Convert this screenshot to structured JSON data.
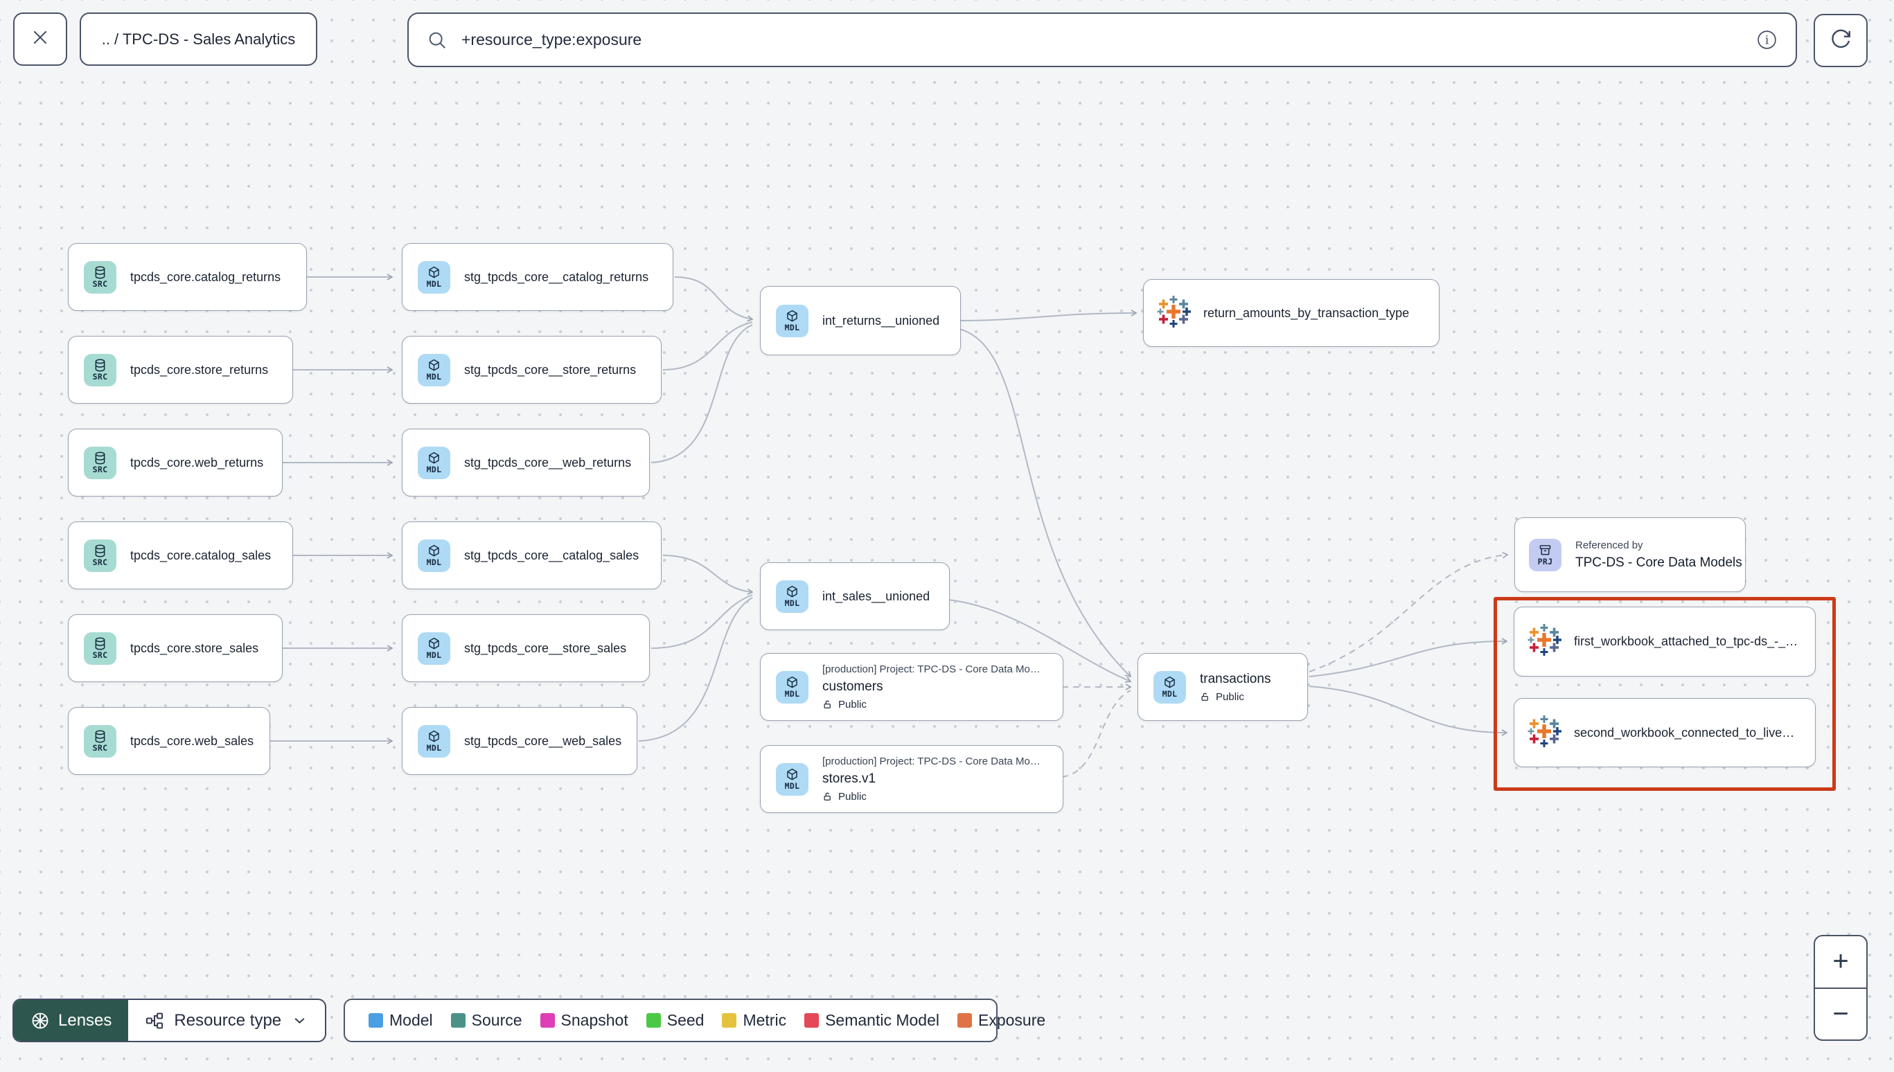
{
  "header": {
    "breadcrumb": ".. / TPC-DS - Sales Analytics",
    "search_value": "+resource_type:exposure"
  },
  "theme": {
    "src_bg": "#a6dbd2",
    "mdl_bg": "#aedaf5",
    "prj_bg": "#c4cbf3",
    "highlight": "#cb3a18"
  },
  "nodes": {
    "src_catalog_returns": {
      "badge": "SRC",
      "label": "tpcds_core.catalog_returns"
    },
    "src_store_returns": {
      "badge": "SRC",
      "label": "tpcds_core.store_returns"
    },
    "src_web_returns": {
      "badge": "SRC",
      "label": "tpcds_core.web_returns"
    },
    "src_catalog_sales": {
      "badge": "SRC",
      "label": "tpcds_core.catalog_sales"
    },
    "src_store_sales": {
      "badge": "SRC",
      "label": "tpcds_core.store_sales"
    },
    "src_web_sales": {
      "badge": "SRC",
      "label": "tpcds_core.web_sales"
    },
    "stg_catalog_returns": {
      "badge": "MDL",
      "label": "stg_tpcds_core__catalog_returns"
    },
    "stg_store_returns": {
      "badge": "MDL",
      "label": "stg_tpcds_core__store_returns"
    },
    "stg_web_returns": {
      "badge": "MDL",
      "label": "stg_tpcds_core__web_returns"
    },
    "stg_catalog_sales": {
      "badge": "MDL",
      "label": "stg_tpcds_core__catalog_sales"
    },
    "stg_store_sales": {
      "badge": "MDL",
      "label": "stg_tpcds_core__store_sales"
    },
    "stg_web_sales": {
      "badge": "MDL",
      "label": "stg_tpcds_core__web_sales"
    },
    "int_returns": {
      "badge": "MDL",
      "label": "int_returns__unioned"
    },
    "int_sales": {
      "badge": "MDL",
      "label": "int_sales__unioned"
    },
    "exposure_return_amounts": {
      "label": "return_amounts_by_transaction_type"
    },
    "customers": {
      "badge": "MDL",
      "project_header": "[production] Project: TPC-DS - Core Data Mo…",
      "label": "customers",
      "visibility": "Public"
    },
    "stores": {
      "badge": "MDL",
      "project_header": "[production] Project: TPC-DS - Core Data Mo…",
      "label": "stores.v1",
      "visibility": "Public"
    },
    "transactions": {
      "badge": "MDL",
      "label": "transactions",
      "visibility": "Public"
    },
    "referenced_by_project": {
      "badge": "PRJ",
      "title": "Referenced by",
      "label": "TPC-DS - Core Data Models"
    },
    "first_workbook": {
      "label": "first_workbook_attached_to_tpc-ds_-_…"
    },
    "second_workbook": {
      "label": "second_workbook_connected_to_live…"
    }
  },
  "footer": {
    "lenses_label": "Lenses",
    "resource_type_label": "Resource type",
    "legend": [
      {
        "label": "Model",
        "color": "#4a9ee2"
      },
      {
        "label": "Source",
        "color": "#4b9189"
      },
      {
        "label": "Snapshot",
        "color": "#de3eb6"
      },
      {
        "label": "Seed",
        "color": "#4bc944"
      },
      {
        "label": "Metric",
        "color": "#e4c23d"
      },
      {
        "label": "Semantic Model",
        "color": "#e54658"
      },
      {
        "label": "Exposure",
        "color": "#df7347"
      }
    ]
  },
  "zoom_controls": {
    "zoom_in": "+",
    "zoom_out": "−"
  }
}
